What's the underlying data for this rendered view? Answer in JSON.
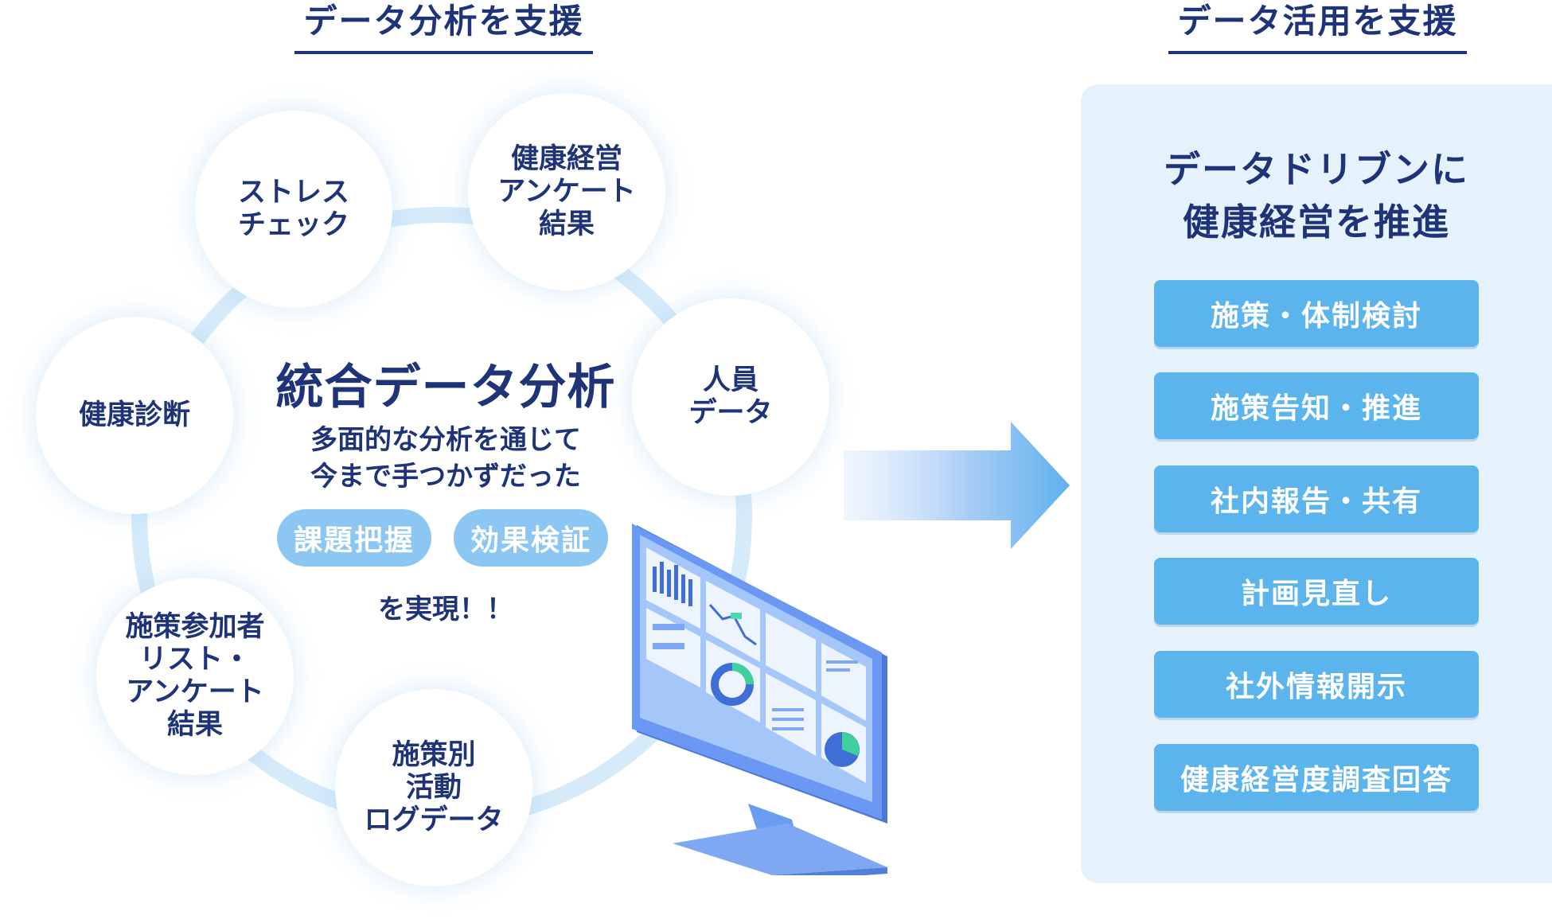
{
  "headings": {
    "left": "データ分析を支援",
    "right": "データ活用を支援"
  },
  "data_sources": [
    "ストレス\nチェック",
    "健康経営\nアンケート\n結果",
    "人員\nデータ",
    "健康診断",
    "施策参加者\nリスト・\nアンケート\n結果",
    "施策別\n活動\nログデータ"
  ],
  "center": {
    "title": "統合データ分析",
    "description": "多面的な分析を通じて\n今まで手つかずだった",
    "pills": [
      "課題把握",
      "効果検証"
    ],
    "suffix": "を実現！！"
  },
  "panel": {
    "title": "データドリブンに\n健康経営を推進",
    "actions": [
      "施策・体制検討",
      "施策告知・推進",
      "社内報告・共有",
      "計画見直し",
      "社外情報開示",
      "健康経営度調査回答"
    ]
  },
  "colors": {
    "navy": "#1e3378",
    "ring": "#d6ebfa",
    "pill": "#8cc7f3",
    "action": "#5bb4ec",
    "panel_bg": "#e6f2fb",
    "monitor": "#5f8ff0"
  },
  "icons": {
    "monitor": "dashboard-monitor-icon",
    "arrow": "right-arrow-icon"
  }
}
